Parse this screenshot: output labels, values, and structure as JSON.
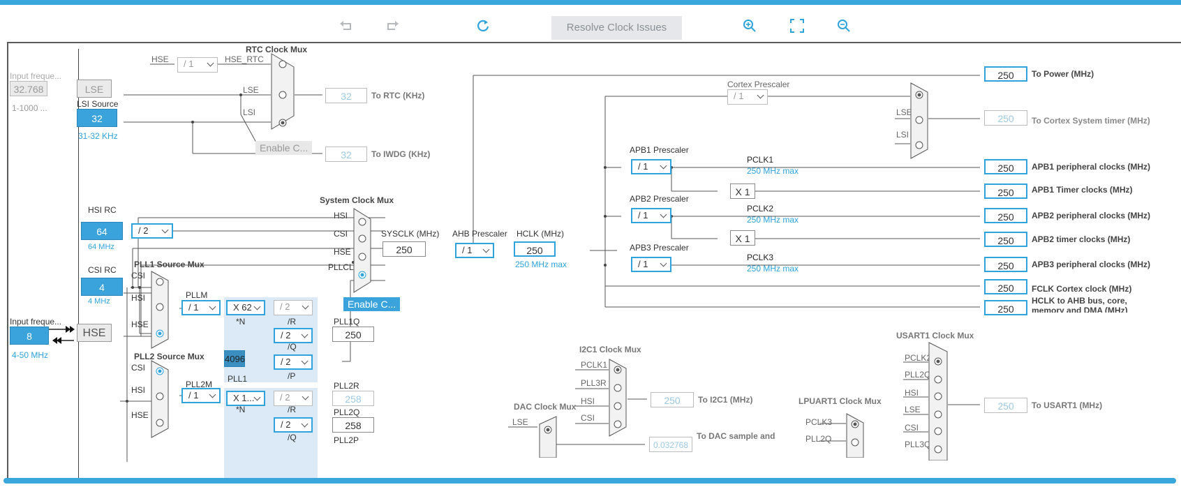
{
  "toolbar": {
    "undo_icon": "undo-icon",
    "redo_icon": "redo-icon",
    "refresh_icon": "refresh-icon",
    "resolve_label": "Resolve Clock Issues",
    "zoom_in_icon": "zoom-in-icon",
    "fit_icon": "fit-screen-icon",
    "zoom_out_icon": "zoom-out-icon"
  },
  "lse": {
    "input_label": "Input freque...",
    "input_value": "32.768",
    "range": "1-1000 ...",
    "name": "LSE"
  },
  "lsi": {
    "label": "LSI Source",
    "value": "32",
    "range": "31-32 KHz"
  },
  "rtc": {
    "title": "RTC Clock Mux",
    "hse": "HSE",
    "div": "/ 1",
    "hse_rtc": "HSE_RTC",
    "lse": "LSE",
    "lsi": "LSI",
    "enable": "Enable C...",
    "rtc_value": "32",
    "rtc_label": "To RTC (KHz)",
    "iwdg_value": "32",
    "iwdg_label": "To IWDG (KHz)"
  },
  "hsi": {
    "label": "HSI RC",
    "value": "64",
    "div": "/ 2",
    "freq": "64 MHz"
  },
  "csi": {
    "label": "CSI RC",
    "value": "4",
    "freq": "4 MHz"
  },
  "hse": {
    "input_label": "Input freque...",
    "value": "8",
    "range": "4-50 MHz",
    "name": "HSE"
  },
  "sysmux": {
    "title": "System Clock Mux",
    "hsi": "HSI",
    "csi": "CSI",
    "hse": "HSE",
    "pllclk": "PLLCLK",
    "enable": "Enable C..."
  },
  "sysclk": {
    "label": "SYSCLK (MHz)",
    "value": "250"
  },
  "ahb": {
    "label": "AHB Prescaler",
    "div": "/ 1"
  },
  "hclk": {
    "label": "HCLK (MHz)",
    "value": "250",
    "max": "250 MHz max"
  },
  "pll1": {
    "source_title": "PLL1 Source Mux",
    "csi": "CSI",
    "hsi": "HSI",
    "hse": "HSE",
    "m_label": "PLLM",
    "m_div": "/ 1",
    "n_mul": "X 62",
    "n_label": "*N",
    "r_div": "/ 2",
    "r_label": "/R",
    "q_div": "/ 2",
    "q_label": "/Q",
    "p_div": "/ 2",
    "p_label": "/P",
    "frac": "4096",
    "name": "PLL1",
    "q_out_label": "PLL1Q",
    "q_out_value": "250"
  },
  "pll2": {
    "source_title": "PLL2 Source Mux",
    "csi": "CSI",
    "hsi": "HSI",
    "hse": "HSE",
    "m_label": "PLL2M",
    "m_div": "/ 1",
    "n_mul": "X 1...",
    "n_label": "*N",
    "r_div": "/ 2",
    "r_label": "/R",
    "q_div": "/ 2",
    "q_label": "/Q",
    "r_out_label": "PLL2R",
    "r_out_value": "258",
    "q_out_label": "PLL2Q",
    "q_out_value": "258",
    "p_out_label": "PLL2P"
  },
  "power": {
    "value": "250",
    "label": "To Power (MHz)"
  },
  "cortex": {
    "label": "Cortex Prescaler",
    "div": "/ 1",
    "lse": "LSE",
    "lsi": "LSI",
    "value": "250",
    "timer_label": "To Cortex System timer (MHz)"
  },
  "apb1": {
    "label": "APB1 Prescaler",
    "div": "/ 1",
    "pclk": "PCLK1",
    "max": "250 MHz max",
    "periph_value": "250",
    "periph_label": "APB1 peripheral clocks (MHz)",
    "mul": "X 1",
    "timer_value": "250",
    "timer_label": "APB1 Timer clocks (MHz)"
  },
  "apb2": {
    "label": "APB2 Prescaler",
    "div": "/ 1",
    "pclk": "PCLK2",
    "max": "250 MHz max",
    "periph_value": "250",
    "periph_label": "APB2 peripheral clocks (MHz)",
    "mul": "X 1",
    "timer_value": "250",
    "timer_label": "APB2 timer clocks (MHz)"
  },
  "apb3": {
    "label": "APB3 Prescaler",
    "div": "/ 1",
    "pclk": "PCLK3",
    "max": "250 MHz max",
    "periph_value": "250",
    "periph_label": "APB3 peripheral clocks (MHz)"
  },
  "fclk": {
    "value": "250",
    "label": "FCLK Cortex clock (MHz)"
  },
  "hclk_ahb": {
    "value": "250",
    "label_line1": "HCLK to AHB bus, core,",
    "label_line2": "memory and DMA (MHz)"
  },
  "i2c1": {
    "title": "I2C1 Clock Mux",
    "in1": "PCLK1",
    "in2": "PLL3R",
    "in3": "HSI",
    "in4": "CSI",
    "value": "250",
    "label": "To I2C1 (MHz)"
  },
  "dac": {
    "title": "DAC Clock Mux",
    "lse": "LSE",
    "value": "0.032768",
    "label": "To DAC sample and"
  },
  "lpuart1": {
    "title": "LPUART1 Clock Mux",
    "in1": "PCLK3",
    "in2": "PLL2Q"
  },
  "usart1": {
    "title": "USART1 Clock Mux",
    "in1": "PCLK2",
    "in2": "PLL2Q",
    "in3": "HSI",
    "in4": "LSE",
    "in5": "CSI",
    "in6": "PLL3Q",
    "value": "250",
    "label": "To USART1 (MHz)"
  }
}
